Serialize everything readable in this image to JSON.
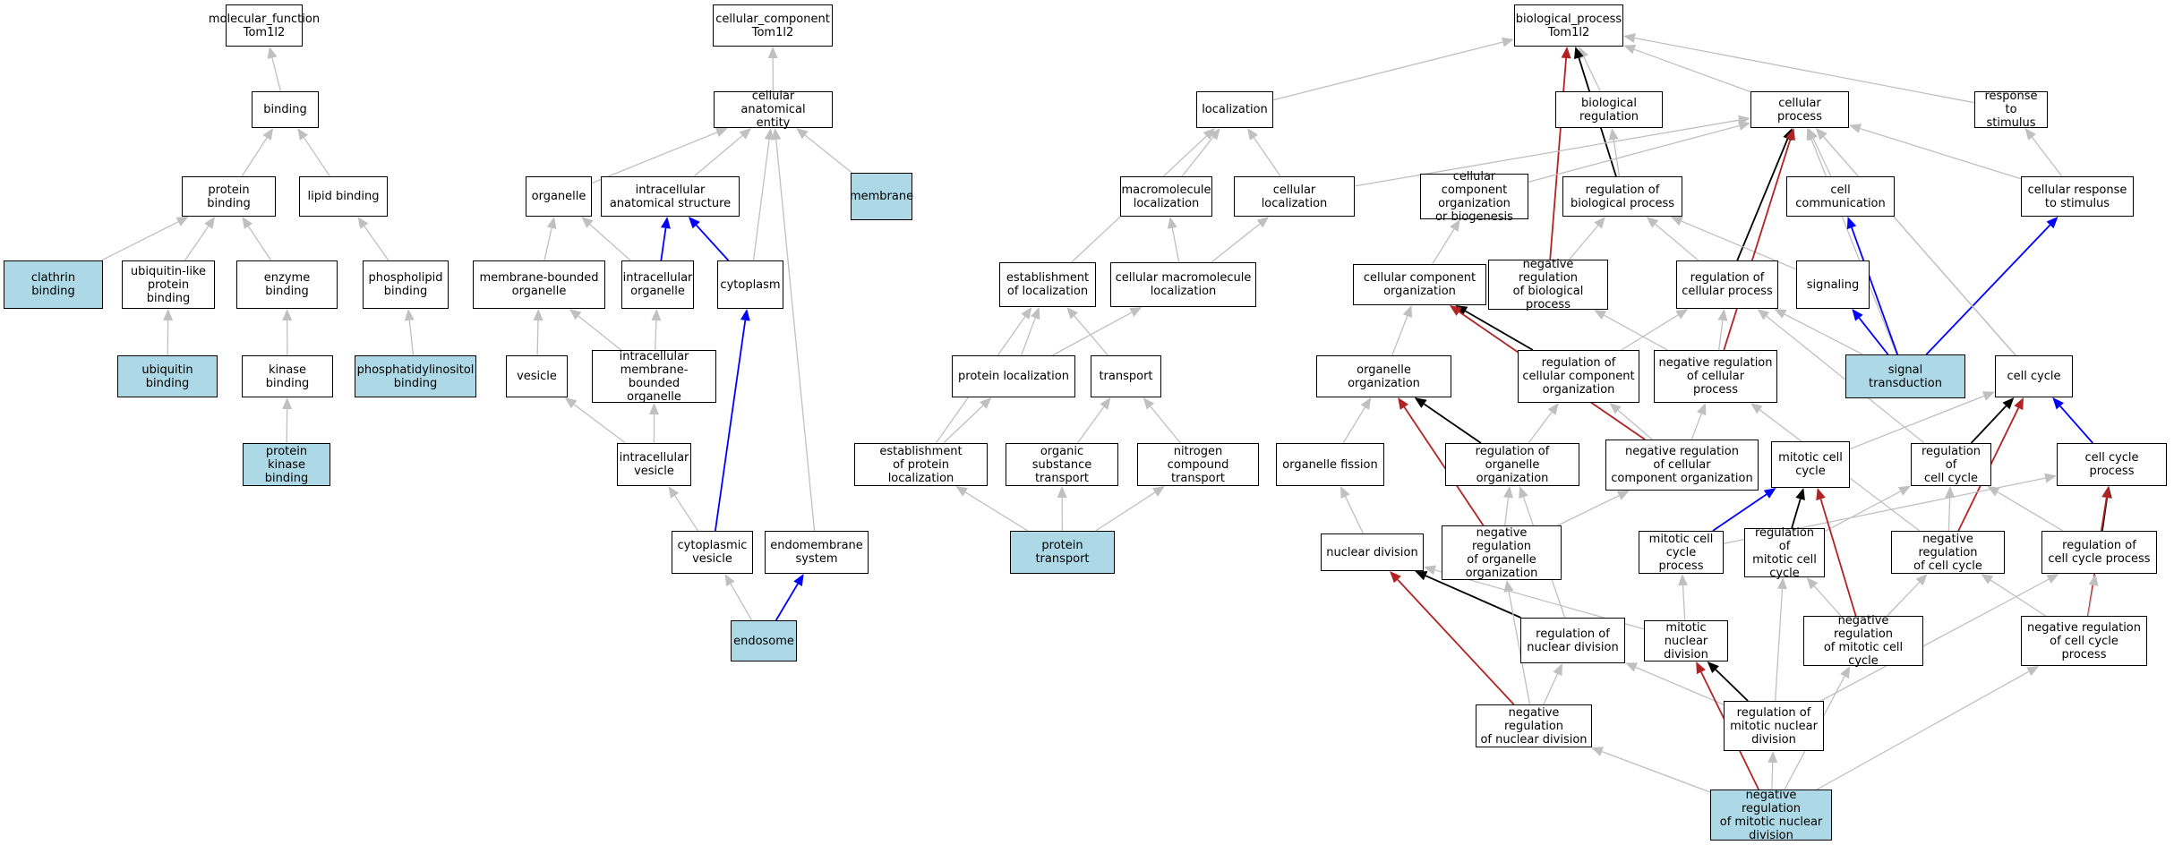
{
  "colors": {
    "gray": "#c0c0c0",
    "black": "#000000",
    "red": "#b22222",
    "blue": "#0000ff",
    "highlight_fill": "#add8e6"
  },
  "nodes": [
    {
      "id": "mf",
      "label": "molecular_function\nTom1l2",
      "hl": false
    },
    {
      "id": "binding",
      "label": "binding",
      "hl": false
    },
    {
      "id": "protein_binding",
      "label": "protein binding",
      "hl": false
    },
    {
      "id": "lipid_binding",
      "label": "lipid binding",
      "hl": false
    },
    {
      "id": "clathrin_binding",
      "label": "clathrin binding",
      "hl": true
    },
    {
      "id": "ubl_binding",
      "label": "ubiquitin-like\nprotein binding",
      "hl": false
    },
    {
      "id": "enzyme_binding",
      "label": "enzyme binding",
      "hl": false
    },
    {
      "id": "phospholipid_binding",
      "label": "phospholipid\nbinding",
      "hl": false
    },
    {
      "id": "ubiquitin_binding",
      "label": "ubiquitin binding",
      "hl": true
    },
    {
      "id": "kinase_binding",
      "label": "kinase binding",
      "hl": false
    },
    {
      "id": "pip_binding",
      "label": "phosphatidylinositol\nbinding",
      "hl": true
    },
    {
      "id": "pk_binding",
      "label": "protein kinase\nbinding",
      "hl": true
    },
    {
      "id": "cc",
      "label": "cellular_component\nTom1l2",
      "hl": false
    },
    {
      "id": "cae",
      "label": "cellular anatomical\nentity",
      "hl": false
    },
    {
      "id": "organelle",
      "label": "organelle",
      "hl": false
    },
    {
      "id": "ias",
      "label": "intracellular\nanatomical structure",
      "hl": false
    },
    {
      "id": "membrane",
      "label": "membrane",
      "hl": true
    },
    {
      "id": "mbo",
      "label": "membrane-bounded\norganelle",
      "hl": false
    },
    {
      "id": "io",
      "label": "intracellular\norganelle",
      "hl": false
    },
    {
      "id": "cytoplasm",
      "label": "cytoplasm",
      "hl": false
    },
    {
      "id": "vesicle",
      "label": "vesicle",
      "hl": false
    },
    {
      "id": "imbo",
      "label": "intracellular\nmembrane-bounded\norganelle",
      "hl": false
    },
    {
      "id": "iv",
      "label": "intracellular\nvesicle",
      "hl": false
    },
    {
      "id": "cv",
      "label": "cytoplasmic\nvesicle",
      "hl": false
    },
    {
      "id": "endomembrane",
      "label": "endomembrane\nsystem",
      "hl": false
    },
    {
      "id": "endosome",
      "label": "endosome",
      "hl": true
    },
    {
      "id": "bp",
      "label": "biological_process\nTom1l2",
      "hl": false
    },
    {
      "id": "localization",
      "label": "localization",
      "hl": false
    },
    {
      "id": "bio_reg",
      "label": "biological regulation",
      "hl": false
    },
    {
      "id": "cell_proc",
      "label": "cellular process",
      "hl": false
    },
    {
      "id": "resp_stim",
      "label": "response to\nstimulus",
      "hl": false
    },
    {
      "id": "macro_loc",
      "label": "macromolecule\nlocalization",
      "hl": false
    },
    {
      "id": "cell_loc",
      "label": "cellular localization",
      "hl": false
    },
    {
      "id": "ccob",
      "label": "cellular component\norganization\nor biogenesis",
      "hl": false
    },
    {
      "id": "reg_bp",
      "label": "regulation of\nbiological process",
      "hl": false
    },
    {
      "id": "cell_comm",
      "label": "cell communication",
      "hl": false
    },
    {
      "id": "cell_resp",
      "label": "cellular response\nto stimulus",
      "hl": false
    },
    {
      "id": "est_loc",
      "label": "establishment\nof localization",
      "hl": false
    },
    {
      "id": "cml",
      "label": "cellular macromolecule\nlocalization",
      "hl": false
    },
    {
      "id": "cco",
      "label": "cellular component\norganization",
      "hl": false
    },
    {
      "id": "nrbp",
      "label": "negative regulation\nof biological\nprocess",
      "hl": false
    },
    {
      "id": "reg_cp",
      "label": "regulation of\ncellular process",
      "hl": false
    },
    {
      "id": "signaling",
      "label": "signaling",
      "hl": false
    },
    {
      "id": "prot_loc",
      "label": "protein localization",
      "hl": false
    },
    {
      "id": "transport",
      "label": "transport",
      "hl": false
    },
    {
      "id": "org_org",
      "label": "organelle organization",
      "hl": false
    },
    {
      "id": "reg_cco",
      "label": "regulation of\ncellular component\norganization",
      "hl": false
    },
    {
      "id": "nrcp",
      "label": "negative regulation\nof cellular\nprocess",
      "hl": false
    },
    {
      "id": "sig_trans",
      "label": "signal transduction",
      "hl": true
    },
    {
      "id": "cell_cycle",
      "label": "cell cycle",
      "hl": false
    },
    {
      "id": "est_prot_loc",
      "label": "establishment\nof protein localization",
      "hl": false
    },
    {
      "id": "org_sub_trans",
      "label": "organic substance\ntransport",
      "hl": false
    },
    {
      "id": "nitro_trans",
      "label": "nitrogen compound\ntransport",
      "hl": false
    },
    {
      "id": "org_fission",
      "label": "organelle fission",
      "hl": false
    },
    {
      "id": "reg_org_org",
      "label": "regulation of\norganelle organization",
      "hl": false
    },
    {
      "id": "nrcco",
      "label": "negative regulation\nof cellular\ncomponent organization",
      "hl": false
    },
    {
      "id": "mit_cc",
      "label": "mitotic cell\ncycle",
      "hl": false
    },
    {
      "id": "reg_cc",
      "label": "regulation of\ncell cycle",
      "hl": false
    },
    {
      "id": "ccp",
      "label": "cell cycle process",
      "hl": false
    },
    {
      "id": "prot_trans",
      "label": "protein transport",
      "hl": true
    },
    {
      "id": "nuc_div",
      "label": "nuclear division",
      "hl": false
    },
    {
      "id": "nroo",
      "label": "negative regulation\nof organelle\norganization",
      "hl": false
    },
    {
      "id": "mccp",
      "label": "mitotic cell\ncycle process",
      "hl": false
    },
    {
      "id": "reg_mcc",
      "label": "regulation of\nmitotic cell\ncycle",
      "hl": false
    },
    {
      "id": "nrcc",
      "label": "negative regulation\nof cell cycle",
      "hl": false
    },
    {
      "id": "reg_ccp",
      "label": "regulation of\ncell cycle process",
      "hl": false
    },
    {
      "id": "reg_nd",
      "label": "regulation of\nnuclear division",
      "hl": false
    },
    {
      "id": "mnd",
      "label": "mitotic nuclear\ndivision",
      "hl": false
    },
    {
      "id": "nrmcc",
      "label": "negative regulation\nof mitotic cell\ncycle",
      "hl": false
    },
    {
      "id": "nrccp",
      "label": "negative regulation\nof cell cycle\nprocess",
      "hl": false
    },
    {
      "id": "nrnd",
      "label": "negative regulation\nof nuclear division",
      "hl": false
    },
    {
      "id": "rmnd",
      "label": "regulation of\nmitotic nuclear\ndivision",
      "hl": false
    },
    {
      "id": "nrmnd",
      "label": "negative regulation\nof mitotic nuclear\ndivision",
      "hl": true
    }
  ],
  "edges": [
    {
      "from": "binding",
      "to": "mf",
      "color": "gray"
    },
    {
      "from": "protein_binding",
      "to": "binding",
      "color": "gray"
    },
    {
      "from": "lipid_binding",
      "to": "binding",
      "color": "gray"
    },
    {
      "from": "clathrin_binding",
      "to": "protein_binding",
      "color": "gray"
    },
    {
      "from": "ubl_binding",
      "to": "protein_binding",
      "color": "gray"
    },
    {
      "from": "enzyme_binding",
      "to": "protein_binding",
      "color": "gray"
    },
    {
      "from": "phospholipid_binding",
      "to": "lipid_binding",
      "color": "gray"
    },
    {
      "from": "ubiquitin_binding",
      "to": "ubl_binding",
      "color": "gray"
    },
    {
      "from": "kinase_binding",
      "to": "enzyme_binding",
      "color": "gray"
    },
    {
      "from": "pip_binding",
      "to": "phospholipid_binding",
      "color": "gray"
    },
    {
      "from": "pk_binding",
      "to": "kinase_binding",
      "color": "gray"
    },
    {
      "from": "cae",
      "to": "cc",
      "color": "gray"
    },
    {
      "from": "organelle",
      "to": "cae",
      "color": "gray"
    },
    {
      "from": "ias",
      "to": "cae",
      "color": "gray"
    },
    {
      "from": "membrane",
      "to": "cae",
      "color": "gray"
    },
    {
      "from": "cytoplasm",
      "to": "cae",
      "color": "gray"
    },
    {
      "from": "endomembrane",
      "to": "cae",
      "color": "gray"
    },
    {
      "from": "mbo",
      "to": "organelle",
      "color": "gray"
    },
    {
      "from": "io",
      "to": "organelle",
      "color": "gray"
    },
    {
      "from": "io",
      "to": "ias",
      "color": "blue"
    },
    {
      "from": "cytoplasm",
      "to": "ias",
      "color": "blue"
    },
    {
      "from": "imbo",
      "to": "mbo",
      "color": "gray"
    },
    {
      "from": "imbo",
      "to": "io",
      "color": "gray"
    },
    {
      "from": "vesicle",
      "to": "mbo",
      "color": "gray"
    },
    {
      "from": "iv",
      "to": "vesicle",
      "color": "gray"
    },
    {
      "from": "iv",
      "to": "imbo",
      "color": "gray"
    },
    {
      "from": "cv",
      "to": "iv",
      "color": "gray"
    },
    {
      "from": "cv",
      "to": "cytoplasm",
      "color": "blue"
    },
    {
      "from": "endosome",
      "to": "cv",
      "color": "gray"
    },
    {
      "from": "endosome",
      "to": "endomembrane",
      "color": "blue"
    },
    {
      "from": "localization",
      "to": "bp",
      "color": "gray"
    },
    {
      "from": "bio_reg",
      "to": "bp",
      "color": "gray"
    },
    {
      "from": "cell_proc",
      "to": "bp",
      "color": "gray"
    },
    {
      "from": "resp_stim",
      "to": "bp",
      "color": "gray"
    },
    {
      "from": "reg_bp",
      "to": "bp",
      "color": "black"
    },
    {
      "from": "nrbp",
      "to": "bp",
      "color": "red"
    },
    {
      "from": "macro_loc",
      "to": "localization",
      "color": "gray"
    },
    {
      "from": "cell_loc",
      "to": "localization",
      "color": "gray"
    },
    {
      "from": "est_loc",
      "to": "localization",
      "color": "gray"
    },
    {
      "from": "cell_loc",
      "to": "cell_proc",
      "color": "gray"
    },
    {
      "from": "ccob",
      "to": "cell_proc",
      "color": "gray"
    },
    {
      "from": "reg_bp",
      "to": "bio_reg",
      "color": "gray"
    },
    {
      "from": "cell_comm",
      "to": "cell_proc",
      "color": "gray"
    },
    {
      "from": "cell_resp",
      "to": "cell_proc",
      "color": "gray"
    },
    {
      "from": "cell_resp",
      "to": "resp_stim",
      "color": "gray"
    },
    {
      "from": "cml",
      "to": "macro_loc",
      "color": "gray"
    },
    {
      "from": "cml",
      "to": "cell_loc",
      "color": "gray"
    },
    {
      "from": "cco",
      "to": "ccob",
      "color": "gray"
    },
    {
      "from": "nrbp",
      "to": "reg_bp",
      "color": "gray"
    },
    {
      "from": "reg_cp",
      "to": "reg_bp",
      "color": "gray"
    },
    {
      "from": "reg_cp",
      "to": "cell_proc",
      "color": "black"
    },
    {
      "from": "signaling",
      "to": "reg_bp",
      "color": "gray"
    },
    {
      "from": "nrcp",
      "to": "cell_proc",
      "color": "red"
    },
    {
      "from": "sig_trans",
      "to": "cell_proc",
      "color": "gray"
    },
    {
      "from": "sig_trans",
      "to": "cell_comm",
      "color": "blue"
    },
    {
      "from": "sig_trans",
      "to": "cell_resp",
      "color": "blue"
    },
    {
      "from": "sig_trans",
      "to": "signaling",
      "color": "blue"
    },
    {
      "from": "sig_trans",
      "to": "reg_cp",
      "color": "gray"
    },
    {
      "from": "cell_cycle",
      "to": "cell_proc",
      "color": "gray"
    },
    {
      "from": "ccp",
      "to": "cell_proc",
      "color": "gray"
    },
    {
      "from": "prot_loc",
      "to": "est_loc",
      "color": "gray"
    },
    {
      "from": "transport",
      "to": "est_loc",
      "color": "gray"
    },
    {
      "from": "est_prot_loc",
      "to": "est_loc",
      "color": "gray"
    },
    {
      "from": "prot_loc",
      "to": "cml",
      "color": "gray"
    },
    {
      "from": "est_prot_loc",
      "to": "prot_loc",
      "color": "gray"
    },
    {
      "from": "org_sub_trans",
      "to": "transport",
      "color": "gray"
    },
    {
      "from": "nitro_trans",
      "to": "transport",
      "color": "gray"
    },
    {
      "from": "prot_trans",
      "to": "est_prot_loc",
      "color": "gray"
    },
    {
      "from": "prot_trans",
      "to": "org_sub_trans",
      "color": "gray"
    },
    {
      "from": "prot_trans",
      "to": "nitro_trans",
      "color": "gray"
    },
    {
      "from": "org_org",
      "to": "cco",
      "color": "gray"
    },
    {
      "from": "reg_cco",
      "to": "cco",
      "color": "black"
    },
    {
      "from": "nrcco",
      "to": "cco",
      "color": "red"
    },
    {
      "from": "reg_cco",
      "to": "reg_cp",
      "color": "gray"
    },
    {
      "from": "nrcp",
      "to": "reg_cp",
      "color": "gray"
    },
    {
      "from": "nrcp",
      "to": "nrbp",
      "color": "gray"
    },
    {
      "from": "nrcco",
      "to": "reg_cco",
      "color": "gray"
    },
    {
      "from": "nrcco",
      "to": "nrcp",
      "color": "gray"
    },
    {
      "from": "org_fission",
      "to": "org_org",
      "color": "gray"
    },
    {
      "from": "reg_org_org",
      "to": "org_org",
      "color": "black"
    },
    {
      "from": "nroo",
      "to": "org_org",
      "color": "red"
    },
    {
      "from": "reg_org_org",
      "to": "reg_cco",
      "color": "gray"
    },
    {
      "from": "nroo",
      "to": "reg_org_org",
      "color": "gray"
    },
    {
      "from": "nroo",
      "to": "nrcco",
      "color": "gray"
    },
    {
      "from": "nuc_div",
      "to": "org_fission",
      "color": "gray"
    },
    {
      "from": "mit_cc",
      "to": "cell_cycle",
      "color": "gray"
    },
    {
      "from": "reg_cc",
      "to": "cell_cycle",
      "color": "black"
    },
    {
      "from": "ccp",
      "to": "cell_cycle",
      "color": "blue"
    },
    {
      "from": "reg_cc",
      "to": "reg_cp",
      "color": "gray"
    },
    {
      "from": "nrcc",
      "to": "cell_cycle",
      "color": "red"
    },
    {
      "from": "nrcc",
      "to": "reg_cc",
      "color": "gray"
    },
    {
      "from": "nrcc",
      "to": "nrcp",
      "color": "gray"
    },
    {
      "from": "mccp",
      "to": "mit_cc",
      "color": "blue"
    },
    {
      "from": "mccp",
      "to": "ccp",
      "color": "gray"
    },
    {
      "from": "reg_mcc",
      "to": "mit_cc",
      "color": "black"
    },
    {
      "from": "reg_mcc",
      "to": "reg_cc",
      "color": "gray"
    },
    {
      "from": "nrmcc",
      "to": "mit_cc",
      "color": "red"
    },
    {
      "from": "nrmcc",
      "to": "reg_mcc",
      "color": "gray"
    },
    {
      "from": "nrmcc",
      "to": "nrcc",
      "color": "gray"
    },
    {
      "from": "reg_ccp",
      "to": "ccp",
      "color": "black"
    },
    {
      "from": "reg_ccp",
      "to": "reg_cc",
      "color": "gray"
    },
    {
      "from": "nrccp",
      "to": "ccp",
      "color": "red"
    },
    {
      "from": "nrccp",
      "to": "reg_ccp",
      "color": "gray"
    },
    {
      "from": "nrccp",
      "to": "nrcc",
      "color": "gray"
    },
    {
      "from": "mnd",
      "to": "nuc_div",
      "color": "gray"
    },
    {
      "from": "mnd",
      "to": "mccp",
      "color": "gray"
    },
    {
      "from": "reg_nd",
      "to": "nuc_div",
      "color": "black"
    },
    {
      "from": "reg_nd",
      "to": "reg_org_org",
      "color": "gray"
    },
    {
      "from": "nrnd",
      "to": "nuc_div",
      "color": "red"
    },
    {
      "from": "nrnd",
      "to": "reg_nd",
      "color": "gray"
    },
    {
      "from": "nrnd",
      "to": "nroo",
      "color": "gray"
    },
    {
      "from": "rmnd",
      "to": "mnd",
      "color": "black"
    },
    {
      "from": "rmnd",
      "to": "reg_nd",
      "color": "gray"
    },
    {
      "from": "rmnd",
      "to": "reg_mcc",
      "color": "gray"
    },
    {
      "from": "rmnd",
      "to": "reg_ccp",
      "color": "gray"
    },
    {
      "from": "nrmnd",
      "to": "mnd",
      "color": "red"
    },
    {
      "from": "nrmnd",
      "to": "rmnd",
      "color": "gray"
    },
    {
      "from": "nrmnd",
      "to": "nrnd",
      "color": "gray"
    },
    {
      "from": "nrmnd",
      "to": "nrmcc",
      "color": "gray"
    },
    {
      "from": "nrmnd",
      "to": "nrccp",
      "color": "gray"
    }
  ]
}
